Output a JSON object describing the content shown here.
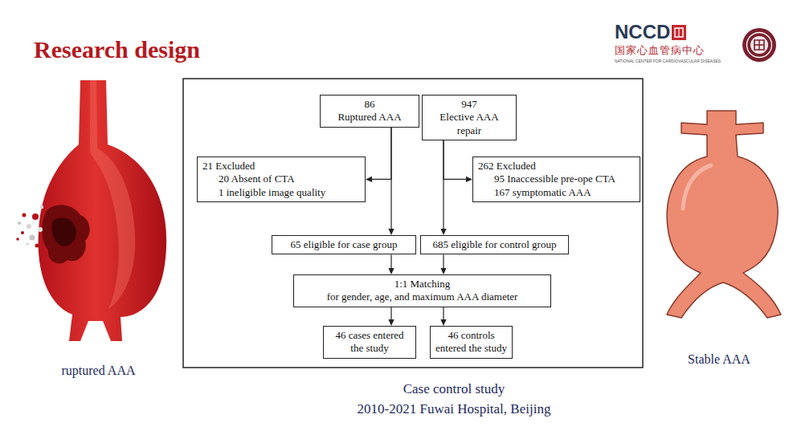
{
  "diagram": {
    "title": "Research design",
    "caption": "Case control study",
    "nodes": [
      {
        "text": [
          "86",
          "Ruptured AAA"
        ]
      },
      {
        "text": [
          "947",
          "Elective AAA repair"
        ]
      },
      {
        "text": [
          "21 Excluded",
          "20 Absent of CTA",
          "1 ineligible image quality"
        ]
      },
      {
        "text": [
          "262 Excluded",
          "95 Inaccessible pre-ope CTA",
          "167 symptomatic AAA"
        ]
      },
      {
        "text": [
          "65 eligible for case group"
        ]
      },
      {
        "text": [
          "685 eligible for control group"
        ]
      },
      {
        "text": [
          "1:1 Matching",
          "for gender, age, and maximum AAA diameter"
        ]
      },
      {
        "text": [
          "46 cases entered the study"
        ]
      },
      {
        "text": [
          "46 controls entered the study"
        ]
      }
    ],
    "edges": [
      {
        "from": 0,
        "to": 4,
        "arrow": "to"
      },
      {
        "from": 0,
        "to": 2,
        "arrow": "to"
      },
      {
        "from": 1,
        "to": 5,
        "arrow": "to"
      },
      {
        "from": 1,
        "to": 3,
        "arrow": "to"
      },
      {
        "from": 4,
        "to": 6,
        "arrow": "to"
      },
      {
        "from": 5,
        "to": 6,
        "arrow": "to"
      },
      {
        "from": 6,
        "to": 7,
        "arrow": "to"
      },
      {
        "from": 6,
        "to": 8,
        "arrow": "to"
      }
    ],
    "labels": [
      "NCCD",
      "国家心血管病中心",
      "NATIONAL CENTER FOR CARDIOVASCULAR DISEASES",
      "ruptured AAA",
      "Stable AAA",
      "2010-2021 Fuwai Hospital, Beijing"
    ]
  }
}
